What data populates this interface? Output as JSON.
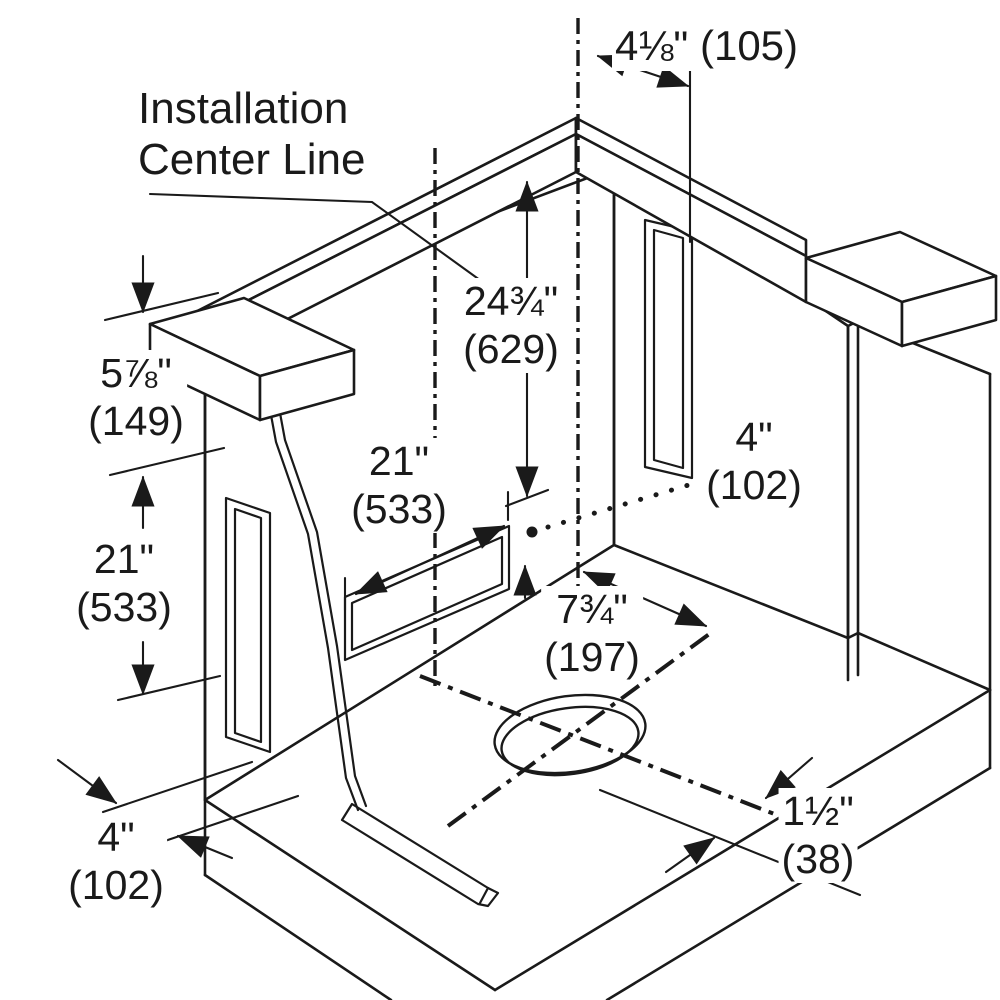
{
  "colors": {
    "line": "#1a1a1a",
    "background": "#ffffff"
  },
  "title": {
    "line1": "Installation",
    "line2": "Center Line"
  },
  "dims": {
    "top_width": {
      "inch": "4⅛\"",
      "mm": "(105)"
    },
    "back_height": {
      "inch": "24¾\"",
      "mm": "(629)"
    },
    "rail_height": {
      "inch": "5⅞\"",
      "mm": "(149)"
    },
    "side_opening_height": {
      "inch": "21\"",
      "mm": "(533)"
    },
    "slot_length": {
      "inch": "21\"",
      "mm": "(533)"
    },
    "center_offset": {
      "inch": "4\"",
      "mm": "(102)"
    },
    "floor_depth": {
      "inch": "7¾\"",
      "mm": "(197)"
    },
    "front_offset": {
      "inch": "1½\"",
      "mm": "(38)"
    },
    "edge_offset": {
      "inch": "4\"",
      "mm": "(102)"
    }
  }
}
